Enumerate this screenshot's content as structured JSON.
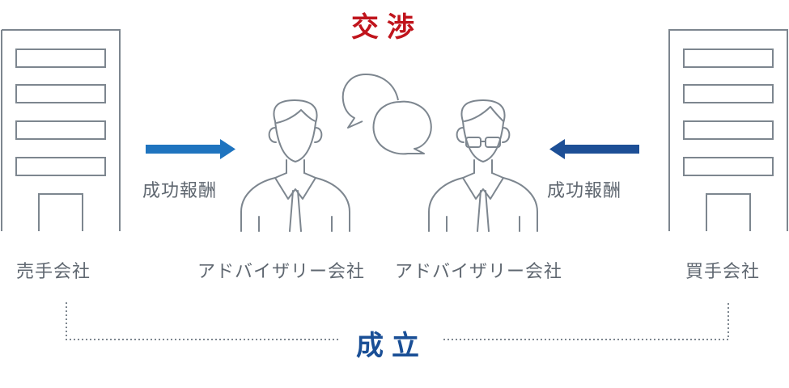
{
  "title_negotiation": "交渉",
  "title_success": "成立",
  "seller_label": "売手会社",
  "buyer_label": "買手会社",
  "advisor_left_label": "アドバイザリー会社",
  "advisor_right_label": "アドバイザリー会社",
  "fee_left": "成功報酬",
  "fee_right": "成功報酬",
  "colors": {
    "negotiation": "#c0141c",
    "success": "#1a4f96",
    "arrow_left_to_right": "#1f74bf",
    "arrow_right_to_left": "#1d4f96",
    "line": "#7d868f"
  }
}
